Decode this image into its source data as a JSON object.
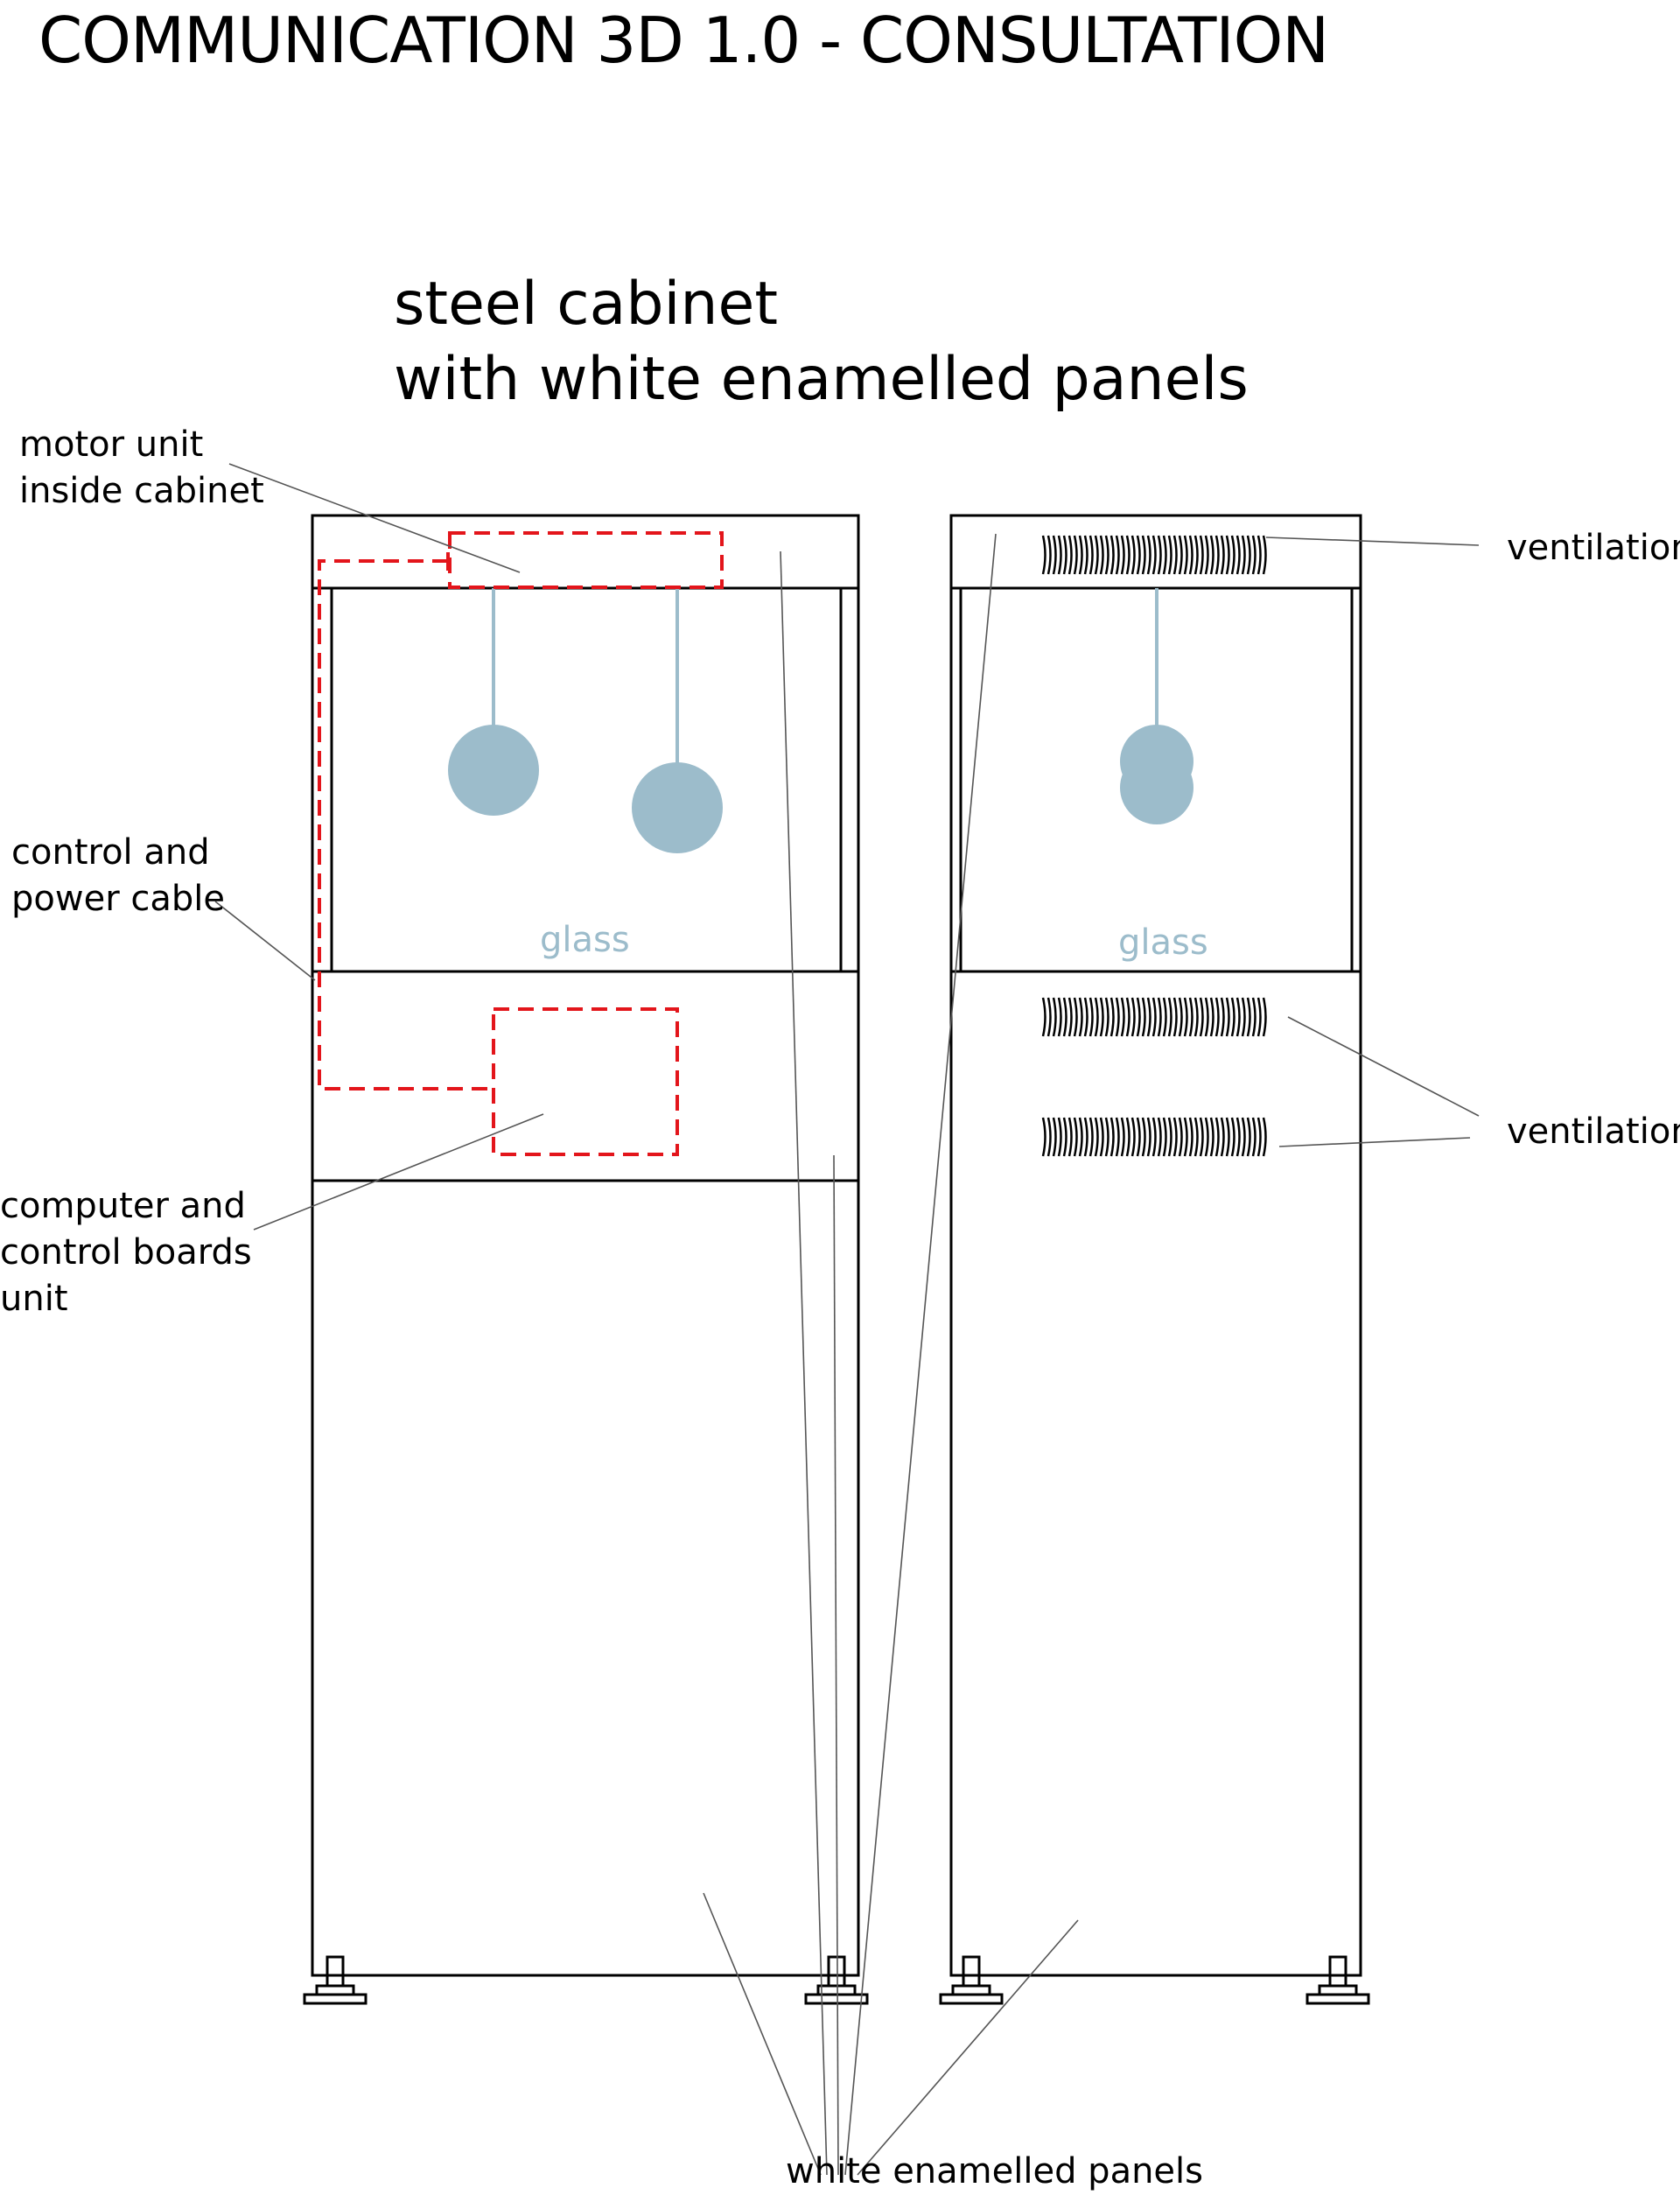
{
  "title": "COMMUNICATION 3D 1.0 - CONSULTATION",
  "subtitle": {
    "line1": "steel cabinet",
    "line2": "with white enamelled panels"
  },
  "labels": {
    "motor_unit": {
      "line1": "motor unit",
      "line2": "inside cabinet"
    },
    "control_power_cable": {
      "line1": "control and",
      "line2": "power cable"
    },
    "computer_unit": {
      "line1": "computer and",
      "line2": "control boards",
      "line3": "unit"
    },
    "ventilation_top": "ventilation",
    "ventilation_side": "ventilation",
    "glass_front": "glass",
    "glass_side": "glass",
    "white_panels": "white enamelled panels"
  },
  "colors": {
    "outline": "#000000",
    "hidden_parts": "#e3151b",
    "suspended_objects": "#9cbccb",
    "glass_label": "#9cbccb",
    "leader_lines": "#555555"
  }
}
